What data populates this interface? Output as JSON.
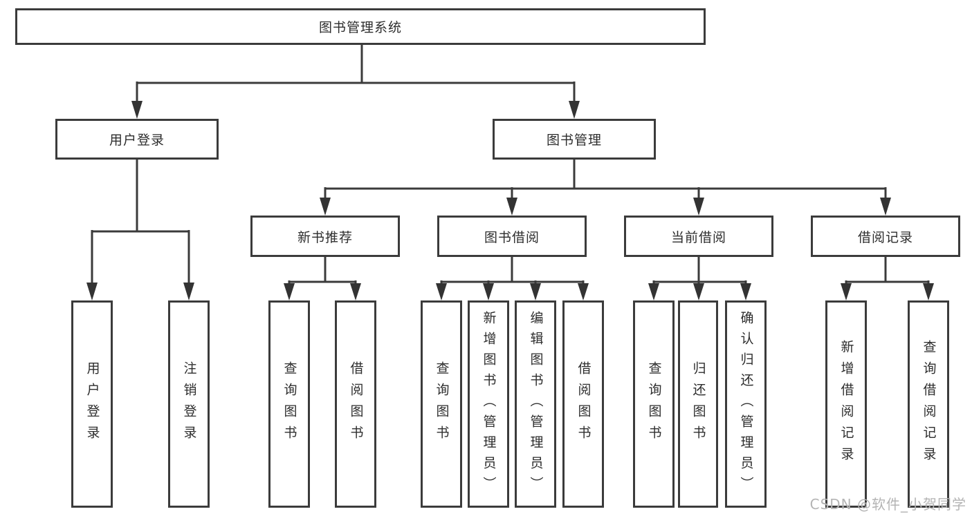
{
  "diagram_colors": {
    "line": "#3b3b3b",
    "text": "#2d2d2d",
    "background": "#ffffff",
    "watermark_gray": "#b4b4b4"
  },
  "tree": {
    "root": {
      "label": "图书管理系统"
    },
    "branches": [
      {
        "label": "用户登录",
        "children": [
          {
            "label": "用户登录"
          },
          {
            "label": "注销登录"
          }
        ]
      },
      {
        "label": "图书管理",
        "children": [
          {
            "label": "新书推荐",
            "children": [
              {
                "label": "查询图书"
              },
              {
                "label": "借阅图书"
              }
            ]
          },
          {
            "label": "图书借阅",
            "children": [
              {
                "label": "查询图书"
              },
              {
                "label": "新增图书（管理员）"
              },
              {
                "label": "编辑图书（管理员）"
              },
              {
                "label": "借阅图书"
              }
            ]
          },
          {
            "label": "当前借阅",
            "children": [
              {
                "label": "查询图书"
              },
              {
                "label": "归还图书"
              },
              {
                "label": "确认归还（管理员）"
              }
            ]
          },
          {
            "label": "借阅记录",
            "children": [
              {
                "label": "新增借阅记录"
              },
              {
                "label": "查询借阅记录"
              }
            ]
          }
        ]
      }
    ]
  },
  "watermark": "CSDN @软件_小贺同学"
}
